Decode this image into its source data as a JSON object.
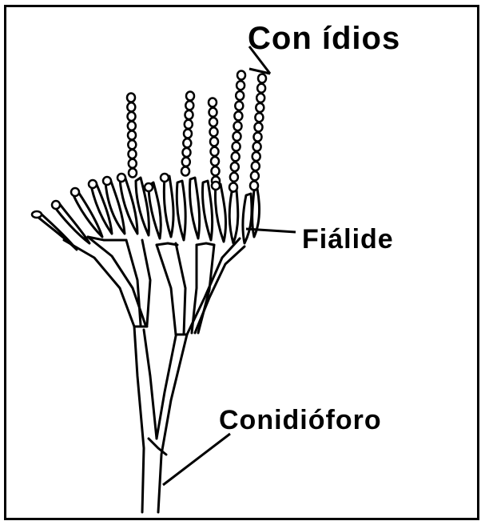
{
  "labels": {
    "conidios": "Con ídios",
    "fialide": "Fiálide",
    "conidioforo": "Conidióforo"
  },
  "colors": {
    "ink": "#000000",
    "paper": "#ffffff"
  }
}
